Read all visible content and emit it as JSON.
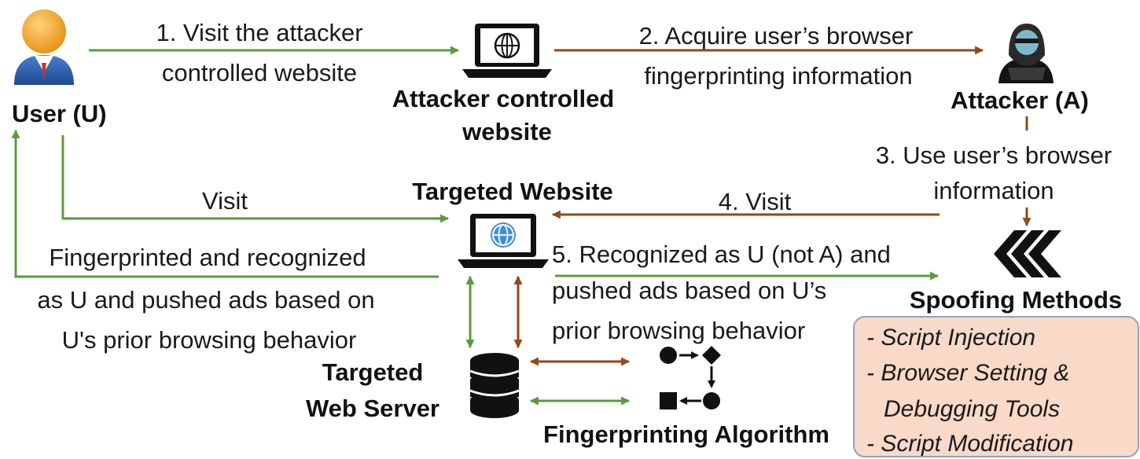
{
  "colors": {
    "green": "#5b9a3d",
    "brown": "#8e4a1c",
    "box_fill": "#f9d9c8",
    "box_border": "#8fa3c2",
    "user_orange": "#f0a32a",
    "user_blue": "#2f5fa8",
    "globe_blue": "#3e8fd8"
  },
  "nodes": {
    "user": "User (U)",
    "attacker_site_line1": "Attacker controlled",
    "attacker_site_line2": "website",
    "attacker": "Attacker (A)",
    "targeted_website": "Targeted Website",
    "spoofing_title": "Spoofing Methods",
    "server_line1": "Targeted",
    "server_line2": "Web Server",
    "algorithm": "Fingerprinting Algorithm"
  },
  "edges": {
    "step1_line1": "1. Visit the attacker",
    "step1_line2": "controlled website",
    "step2_line1": "2. Acquire user’s browser",
    "step2_line2": "fingerprinting information",
    "step3_line1": "3. Use user’s browser",
    "step3_line2": "information",
    "step4": "4. Visit",
    "step5_line1": "5. Recognized as U (not A) and",
    "step5_line2": "pushed ads based on U’s",
    "step5_line3": "prior browsing behavior",
    "visit": "Visit",
    "fp_line1": "Fingerprinted and recognized",
    "fp_line2": "as U and pushed ads based on",
    "fp_line3": "U's prior browsing behavior"
  },
  "spoofing_methods": [
    "- Script Injection",
    "- Browser Setting &",
    "Debugging Tools",
    "- Script Modification"
  ],
  "icons": {
    "user": "user-icon",
    "attacker": "hooded-attacker-icon",
    "attacker_site": "laptop-globe-icon",
    "targeted_site": "laptop-globe-icon",
    "spoofing": "chevrons-left-icon",
    "server": "database-icon",
    "algorithm": "algorithm-flow-icon"
  }
}
